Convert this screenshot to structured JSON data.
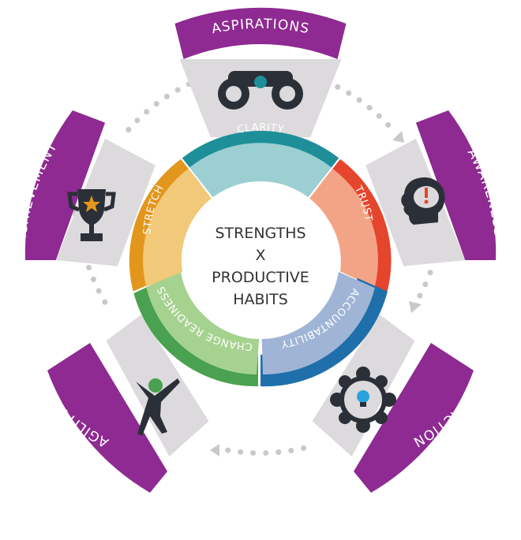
{
  "center": {
    "line1": "STRENGTHS",
    "line2": "X",
    "line3": "PRODUCTIVE",
    "line4": "HABITS"
  },
  "ring_segments": [
    {
      "label": "CLARITY",
      "outer_color": "#1e8f98",
      "inner_color": "#9ccfd2"
    },
    {
      "label": "TRUST",
      "outer_color": "#e5452c",
      "inner_color": "#f4a486"
    },
    {
      "label": "ACCOUNTABILITY",
      "outer_color": "#1f6fab",
      "inner_color": "#a0b5d6"
    },
    {
      "label": "CHANGE READINESS",
      "outer_color": "#4aa14f",
      "inner_color": "#a6d290"
    },
    {
      "label": "STRETCH",
      "outer_color": "#e3961c",
      "inner_color": "#f2c879"
    }
  ],
  "stages": [
    {
      "label": "ASPIRATIONS",
      "icon": "binoculars-icon"
    },
    {
      "label": "AWARENESS",
      "icon": "brain-alert-icon"
    },
    {
      "label": "ACTION",
      "icon": "team-idea-icon"
    },
    {
      "label": "AGILITY",
      "icon": "running-person-icon"
    },
    {
      "label": "ACHIEVEMENT",
      "icon": "trophy-icon"
    }
  ],
  "colors": {
    "band": "#8e2a91",
    "panel": "#dcdadc",
    "icon": "#2b3038",
    "dots": "#c9c9c9"
  }
}
